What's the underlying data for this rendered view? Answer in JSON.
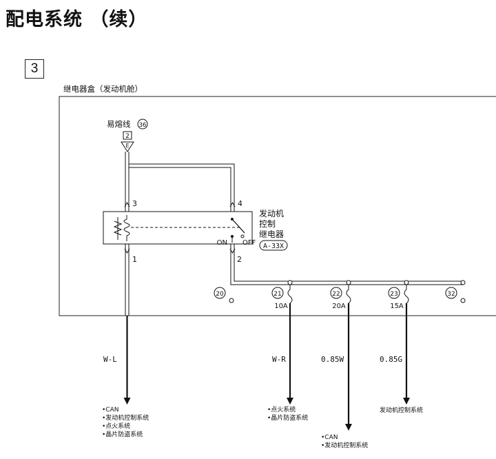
{
  "page": {
    "title": "配电系统 （续）",
    "number": "3"
  },
  "box": {
    "label": "继电器盒（发动机舱）"
  },
  "fusible_link": {
    "label": "易熔线",
    "number": "36",
    "connector": "2",
    "pin": "E"
  },
  "relay": {
    "name_lines": [
      "发动机",
      "控制",
      "继电器"
    ],
    "code": "A-33X",
    "pins": {
      "left_top": "3",
      "left_bottom": "1",
      "right_top": "4",
      "right_bottom": "2"
    },
    "switch_on": "ON",
    "switch_off": "OFF"
  },
  "fuses": [
    {
      "number": "20",
      "rating": ""
    },
    {
      "number": "21",
      "rating": "10A"
    },
    {
      "number": "22",
      "rating": "20A"
    },
    {
      "number": "23",
      "rating": "15A"
    },
    {
      "number": "32",
      "rating": ""
    }
  ],
  "outputs": [
    {
      "wire": "W-L",
      "systems": [
        "•CAN",
        "•发动机控制系统",
        "•点火系统",
        "•晶片防盗系统"
      ]
    },
    {
      "wire": "W-R",
      "systems": [
        "•点火系统",
        "•晶片防盗系统"
      ]
    },
    {
      "wire": "0.85W",
      "systems": [
        "•CAN",
        "•发动机控制系统"
      ]
    },
    {
      "wire": "0.85G",
      "systems": [
        "发动机控制系统"
      ]
    }
  ]
}
